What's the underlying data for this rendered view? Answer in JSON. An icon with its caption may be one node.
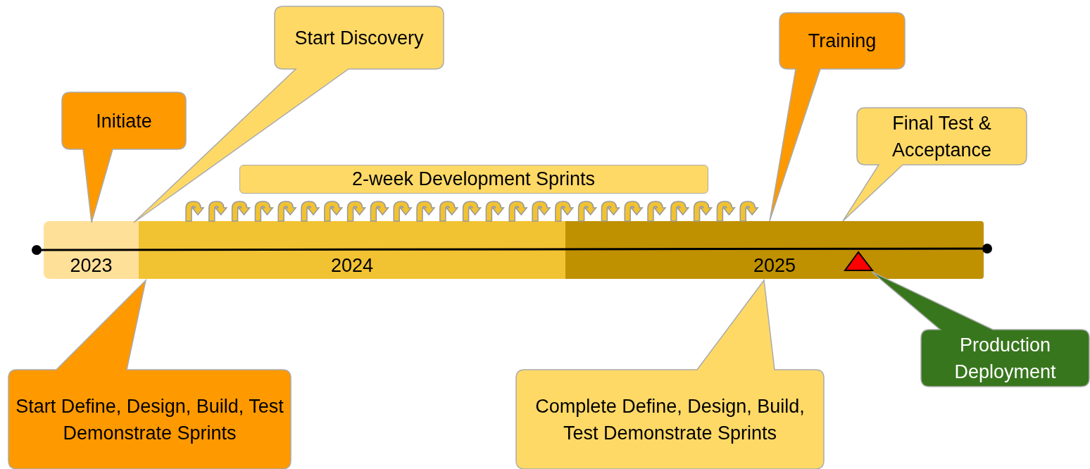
{
  "diagram": {
    "nodes": [
      {
        "text": [
          "Initiate"
        ]
      },
      {
        "text": [
          "Start Discovery"
        ]
      },
      {
        "text": [
          "Training"
        ]
      },
      {
        "text": [
          "Final Test & Acceptance"
        ]
      },
      {
        "text": [
          "2-week Development Sprints"
        ]
      },
      {
        "text": [
          "2023"
        ]
      },
      {
        "text": [
          "2024"
        ]
      },
      {
        "text": [
          "2025"
        ]
      },
      {
        "text": [
          "Start Define, Design, Build, Test Demonstrate Sprints"
        ]
      },
      {
        "text": [
          "Complete Define, Design, Build, Test Demonstrate Sprints"
        ]
      },
      {
        "text": [
          "Production Deployment"
        ]
      }
    ]
  }
}
